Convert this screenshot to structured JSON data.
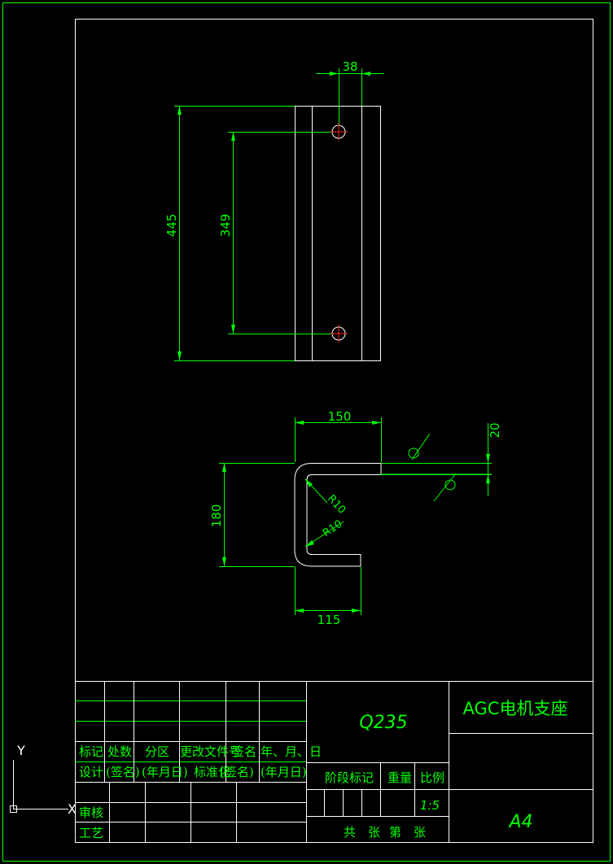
{
  "drawing": {
    "dimensions": {
      "hole_offset": "38",
      "overall_height": "445",
      "hole_spacing": "349",
      "flange_width_top": "150",
      "section_height": "180",
      "flange_width_bottom": "115",
      "weld_leg": "20",
      "inner_radius_top": "R10",
      "inner_radius_bottom": "R10"
    },
    "ucs": {
      "y_label": "Y",
      "x_label": "X"
    }
  },
  "title_block": {
    "material": "Q235",
    "part_name": "AGC电机支座",
    "sheet_size": "A4",
    "scale": "1:5",
    "revision_headers": [
      "标记",
      "处数",
      "分区",
      "更改文件号",
      "签名",
      "年、月、日"
    ],
    "design_row": [
      "设计",
      "(签名)",
      "(年月日)",
      "标准化",
      "(签名)",
      "(年月日)"
    ],
    "stage_mark": "阶段标记",
    "weight": "重量",
    "ratio": "比例",
    "review": "审核",
    "process": "工艺",
    "sheets": [
      "共",
      "张",
      "第",
      "张"
    ]
  }
}
